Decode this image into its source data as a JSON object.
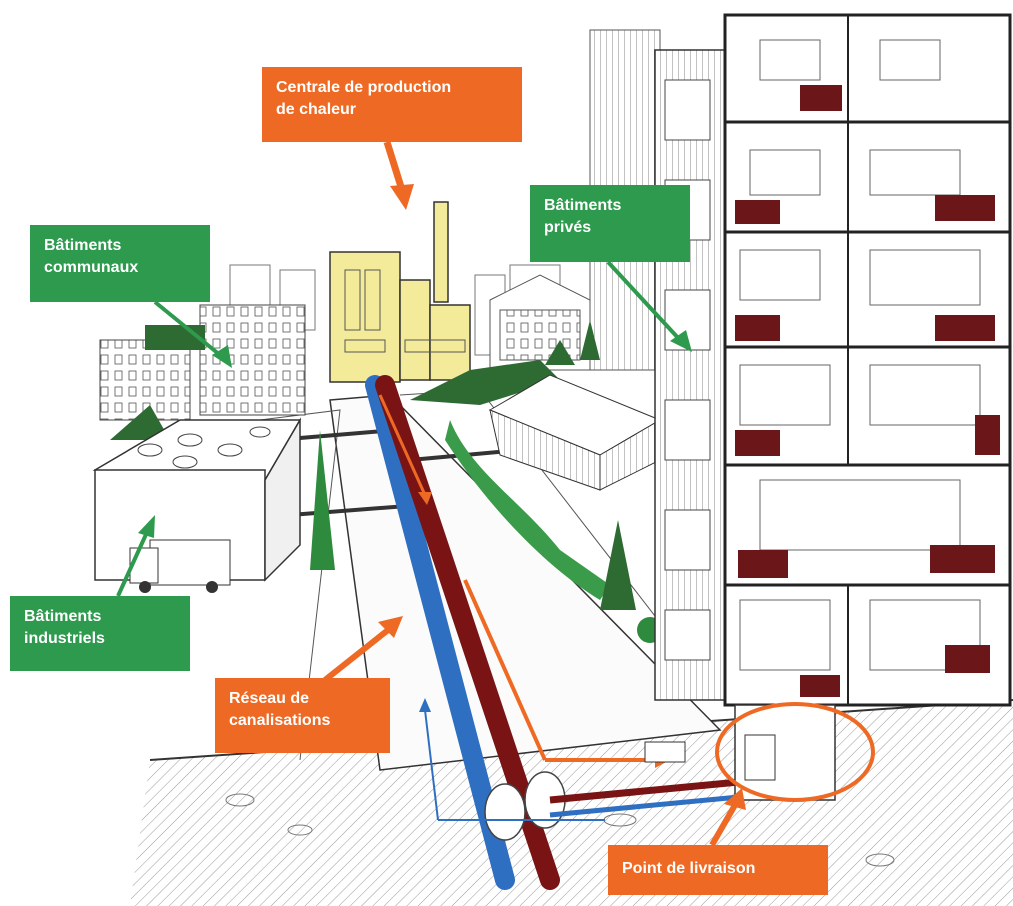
{
  "colors": {
    "orange": "#ee6a24",
    "green": "#2d9a4e",
    "supply_pipe": "#7a1414",
    "return_pipe": "#2f6fc2",
    "radiator": "#6b1618",
    "plant": "#f3eb9a"
  },
  "labels": {
    "plant": [
      "Centrale de production",
      "de chaleur"
    ],
    "communal": [
      "Bâtiments",
      "communaux"
    ],
    "private": [
      "Bâtiments",
      "privés"
    ],
    "industrial": [
      "Bâtiments",
      "industriels"
    ],
    "network": [
      "Réseau de",
      "canalisations"
    ],
    "delivery": [
      "Point de livraison"
    ]
  }
}
